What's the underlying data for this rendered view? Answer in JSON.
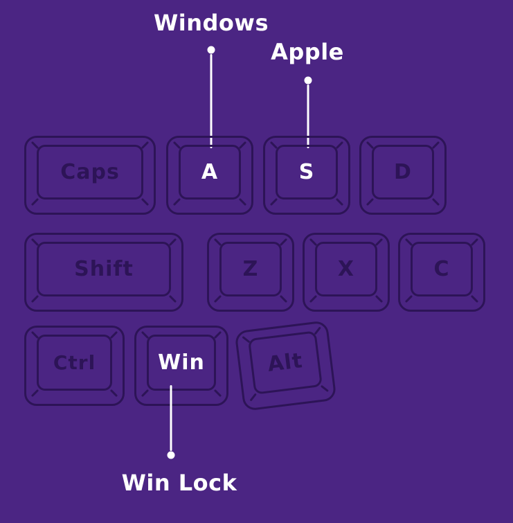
{
  "colors": {
    "background": "#4b2583",
    "outline": "#2d1457",
    "highlight": "#ffffff"
  },
  "callouts": [
    {
      "label": "Windows",
      "target_key": "A"
    },
    {
      "label": "Apple",
      "target_key": "S"
    },
    {
      "label": "Win Lock",
      "target_key": "Win"
    }
  ],
  "keyboard": {
    "rows": [
      {
        "keys": [
          {
            "label": "Caps",
            "state": "dim"
          },
          {
            "label": "A",
            "state": "highlight"
          },
          {
            "label": "S",
            "state": "highlight"
          },
          {
            "label": "D",
            "state": "dim"
          }
        ]
      },
      {
        "keys": [
          {
            "label": "Shift",
            "state": "dim"
          },
          {
            "label": "Z",
            "state": "dim"
          },
          {
            "label": "X",
            "state": "dim"
          },
          {
            "label": "C",
            "state": "dim"
          }
        ]
      },
      {
        "keys": [
          {
            "label": "Ctrl",
            "state": "dim"
          },
          {
            "label": "Win",
            "state": "highlight"
          },
          {
            "label": "Alt",
            "state": "dim"
          }
        ]
      }
    ]
  }
}
